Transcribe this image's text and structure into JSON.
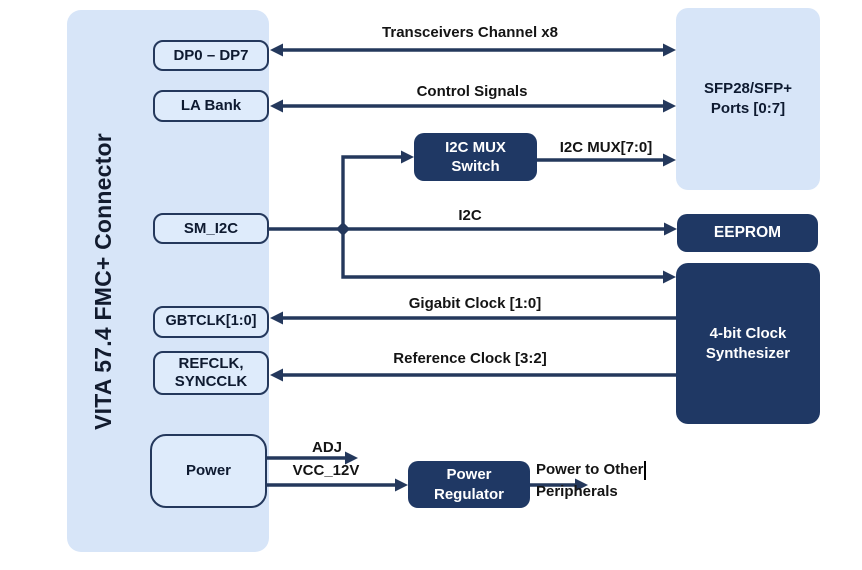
{
  "connector": {
    "label": "VITA 57.4 FMC+ Connector"
  },
  "ports": {
    "dp": "DP0 – DP7",
    "la": "LA Bank",
    "sm_i2c": "SM_I2C",
    "gbtclk": "GBTCLK[1:0]",
    "refclk": "REFCLK, SYNCCLK",
    "power": "Power"
  },
  "blocks": {
    "sfp": "SFP28/SFP+ Ports [0:7]",
    "i2c_mux": "I2C MUX Switch",
    "eeprom": "EEPROM",
    "clock_synth": "4-bit Clock Synthesizer",
    "power_regulator": "Power Regulator"
  },
  "signals": {
    "transceivers": "Transceivers Channel x8",
    "control": "Control Signals",
    "i2c_mux_bus": "I2C MUX[7:0]",
    "i2c": "I2C",
    "gigabit_clock": "Gigabit Clock [1:0]",
    "reference_clock": "Reference Clock [3:2]",
    "adj": "ADJ",
    "vcc_12v": "VCC_12V",
    "power_out": "Power to Other Peripherals"
  },
  "colors": {
    "dark_navy": "#1F3864",
    "light_blue_panel": "#D7E5F8",
    "port_fill": "#DEEBFB",
    "wire": "#24385C",
    "label_text": "#141414"
  }
}
